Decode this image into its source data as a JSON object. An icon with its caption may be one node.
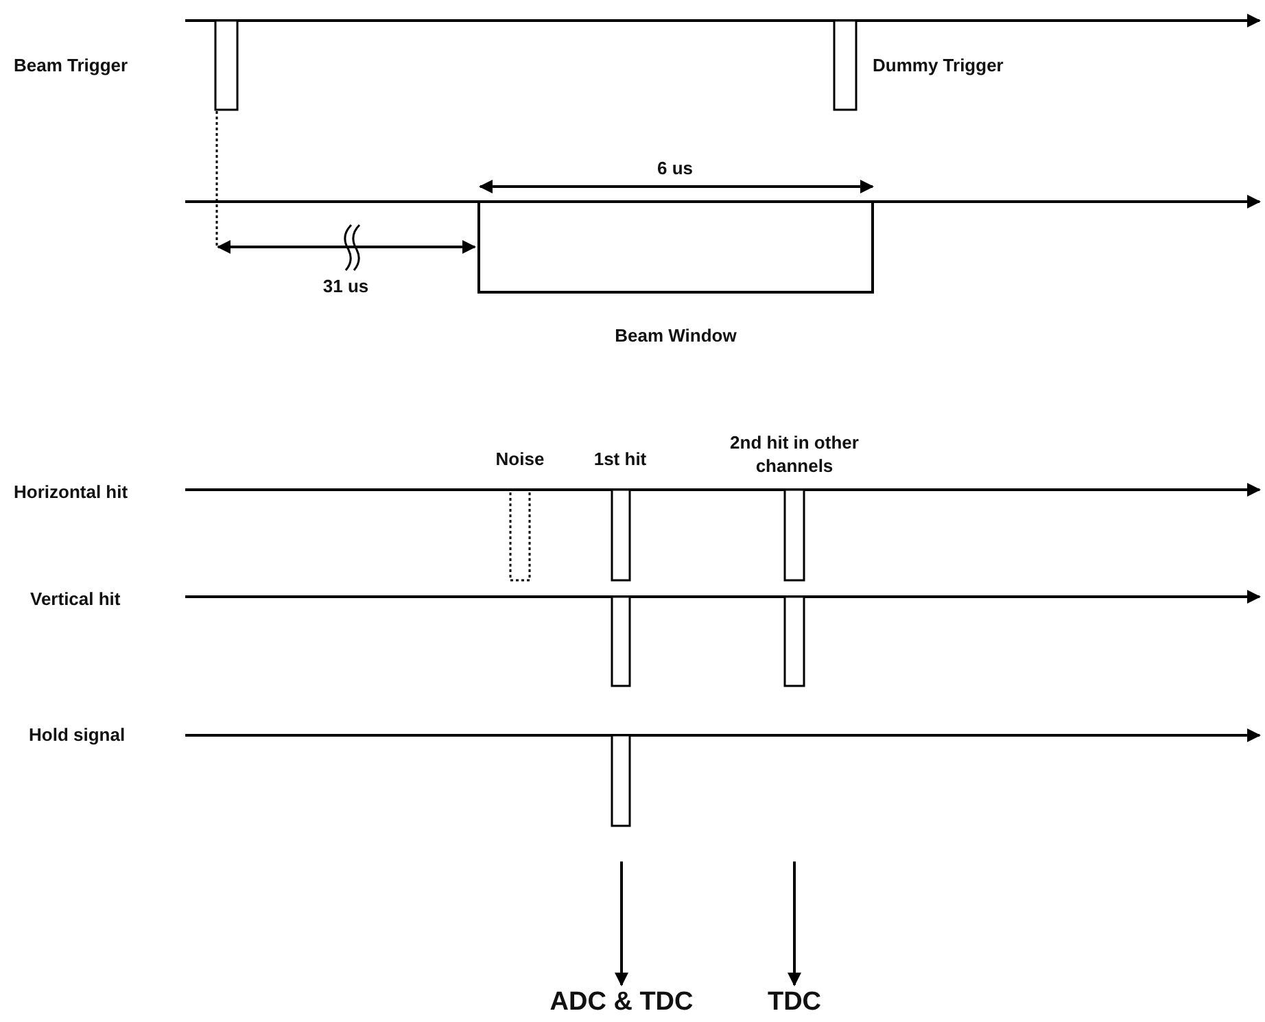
{
  "diagram": {
    "nodes": [
      {
        "text": [
          "Beam Window"
        ]
      },
      {
        "text": [
          "ADC & TDC"
        ]
      },
      {
        "text": [
          "TDC"
        ]
      }
    ],
    "edges": [
      {
        "from": null,
        "to": 1,
        "arrow": "to"
      },
      {
        "from": null,
        "to": 2,
        "arrow": "to"
      }
    ],
    "labels": [
      "Beam Trigger",
      "Dummy Trigger",
      "6 us",
      "31 us",
      "Noise",
      "1st hit",
      "2nd hit in other channels",
      "Horizontal hit",
      "Vertical hit",
      "Hold signal"
    ]
  }
}
